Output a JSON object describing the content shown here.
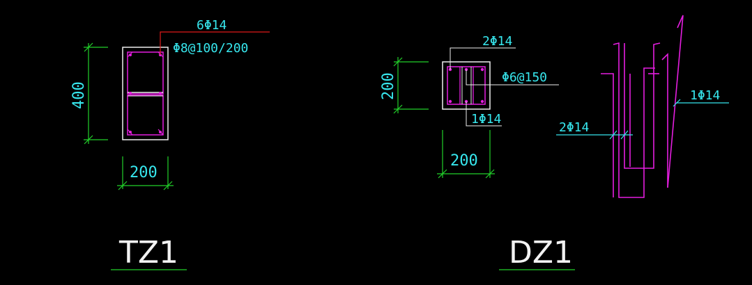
{
  "colors": {
    "background": "#000000",
    "dimension_green": "#22d12a",
    "rebar_magenta": "#e51ee0",
    "outline_white": "#f0f0f0",
    "text_cyan": "#37e7ee",
    "leader_red": "#e01b1b"
  },
  "tz1": {
    "title": "TZ1",
    "dim_height": "400",
    "dim_width": "200",
    "label_long_bars": "6Φ14",
    "label_stirrup": "Φ8@100/200"
  },
  "dz1": {
    "title": "DZ1",
    "dim_height": "200",
    "dim_width": "200",
    "label_top_bars": "2Φ14",
    "label_stirrup": "Φ6@150",
    "label_middle_bar": "1Φ14"
  },
  "elevation": {
    "label_right_bar": "1Φ14",
    "label_left_bars": "2Φ14"
  }
}
